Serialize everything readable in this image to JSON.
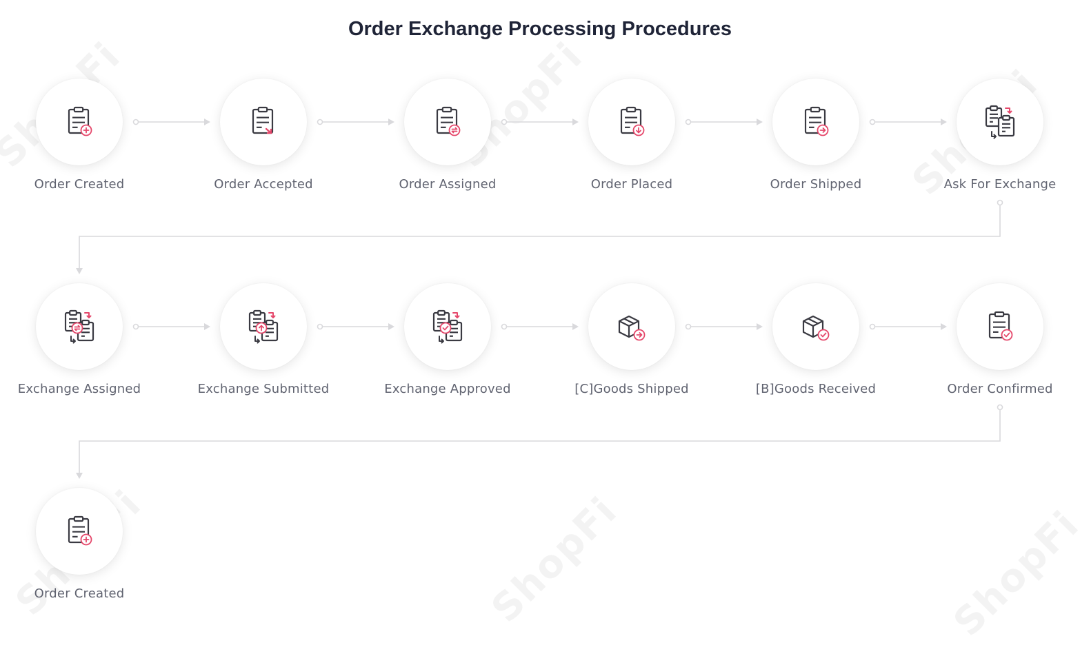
{
  "title": "Order Exchange Processing Procedures",
  "watermark": "ShopFi",
  "colors": {
    "accent": "#e5486b",
    "icon_stroke": "#3a3a42",
    "connector": "#d9d9dc",
    "label": "#606370"
  },
  "steps": [
    {
      "label": "Order Created",
      "icon": "clipboard-plus-icon"
    },
    {
      "label": "Order Accepted",
      "icon": "clipboard-arrow-icon"
    },
    {
      "label": "Order Assigned",
      "icon": "clipboard-swap-icon"
    },
    {
      "label": "Order Placed",
      "icon": "clipboard-down-icon"
    },
    {
      "label": "Order Shipped",
      "icon": "clipboard-right-icon"
    },
    {
      "label": "Ask For Exchange",
      "icon": "exchange-clipboards-icon"
    },
    {
      "label": "Exchange Assigned",
      "icon": "exchange-swap-icon"
    },
    {
      "label": "Exchange Submitted",
      "icon": "exchange-upload-icon"
    },
    {
      "label": "Exchange Approved",
      "icon": "exchange-check-icon"
    },
    {
      "label": "[C]Goods Shipped",
      "icon": "box-right-icon"
    },
    {
      "label": "[B]Goods Received",
      "icon": "box-check-icon"
    },
    {
      "label": "Order Confirmed",
      "icon": "clipboard-check-icon"
    },
    {
      "label": "Order Created",
      "icon": "clipboard-plus-icon"
    }
  ]
}
